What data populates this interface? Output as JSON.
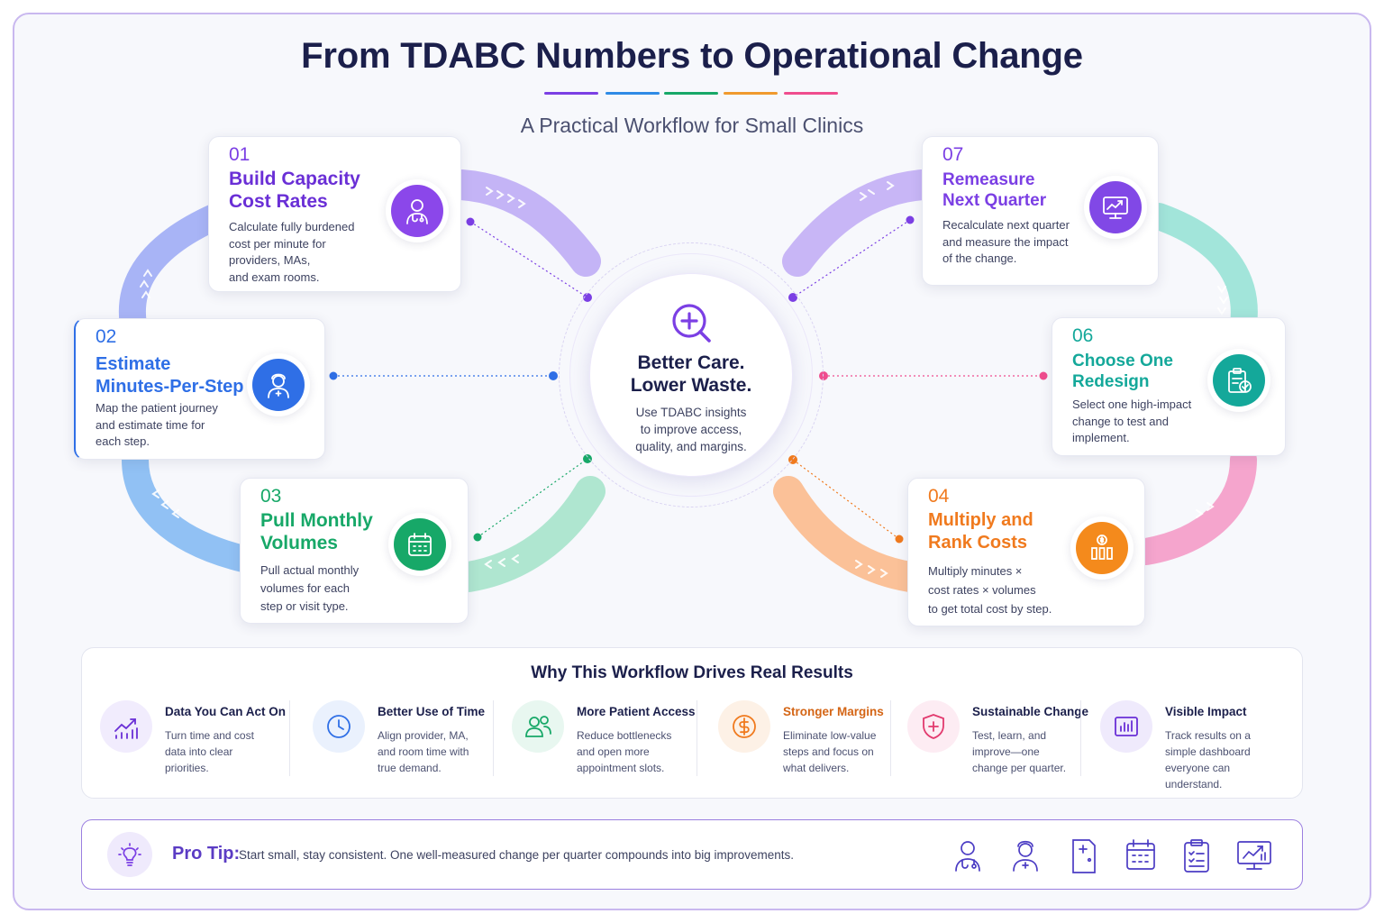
{
  "title": "From TDABC Numbers to Operational Change",
  "subtitle": "A Practical Workflow for Small Clinics",
  "colors": {
    "purple": "#7b3fe4",
    "blue": "#2f6fe6",
    "green": "#17a868",
    "orange": "#f07a1e",
    "pink": "#ef4d8e",
    "teal": "#14a89a",
    "navy": "#1b1f4b"
  },
  "steps": [
    {
      "num": "01",
      "title_lines": [
        "Build Capacity",
        "Cost Rates"
      ],
      "desc_lines": [
        "Calculate fully burdened",
        "cost per minute for",
        "providers, MAs,",
        "and exam rooms."
      ],
      "icon": "doctor-icon"
    },
    {
      "num": "02",
      "title_lines": [
        "Estimate",
        "Minutes-Per-Step"
      ],
      "desc_lines": [
        "Map the patient journey",
        "and estimate time for",
        "each step."
      ],
      "icon": "nurse-icon"
    },
    {
      "num": "03",
      "title_lines": [
        "Pull Monthly",
        "Volumes"
      ],
      "desc_lines": [
        "Pull actual monthly",
        "volumes for each",
        "step or visit type."
      ],
      "icon": "calendar-icon"
    },
    {
      "num": "04",
      "title_lines": [
        "Multiply and",
        "Rank Costs"
      ],
      "desc_lines": [
        "Multiply minutes ×",
        "cost rates × volumes",
        "to get total cost by step."
      ],
      "icon": "cost-chart-icon"
    },
    {
      "num": "06",
      "title_lines": [
        "Choose One",
        "Redesign"
      ],
      "desc_lines": [
        "Select one high-impact",
        "change to test and",
        "implement."
      ],
      "icon": "clipboard-check-icon"
    },
    {
      "num": "07",
      "title_lines": [
        "Remeasure",
        "Next Quarter"
      ],
      "desc_lines": [
        "Recalculate next quarter",
        "and measure the impact",
        "of the change."
      ],
      "icon": "monitor-chart-icon"
    }
  ],
  "center": {
    "title_lines": [
      "Better Care.",
      "Lower Waste."
    ],
    "desc_lines": [
      "Use TDABC insights",
      "to improve access,",
      "quality, and margins."
    ],
    "icon": "search-plus-icon"
  },
  "why": {
    "title": "Why This Workflow Drives Real Results",
    "items": [
      {
        "title": "Data You Can Act On",
        "desc": "Turn time and cost data into clear priorities.",
        "icon": "trend-chart-icon"
      },
      {
        "title": "Better Use of Time",
        "desc": "Align provider, MA, and room time with true demand.",
        "icon": "clock-icon"
      },
      {
        "title": "More Patient Access",
        "desc": "Reduce bottlenecks and open more appointment slots.",
        "icon": "people-icon"
      },
      {
        "title": "Stronger Margins",
        "desc": "Eliminate low-value steps and focus on what delivers.",
        "icon": "dollar-icon"
      },
      {
        "title": "Sustainable Change",
        "desc": "Test, learn, and improve—one change per quarter.",
        "icon": "shield-plus-icon"
      },
      {
        "title": "Visible Impact",
        "desc": "Track results on a simple dashboard everyone can understand.",
        "icon": "dashboard-icon"
      }
    ]
  },
  "tip": {
    "label": "Pro Tip:",
    "text": "Start small, stay consistent. One well-measured change per quarter compounds into big improvements.",
    "icon": "lightbulb-icon",
    "footer_icons": [
      "doctor-icon",
      "nurse-icon",
      "medical-door-icon",
      "calendar-icon",
      "checklist-icon",
      "monitor-chart-icon"
    ]
  }
}
